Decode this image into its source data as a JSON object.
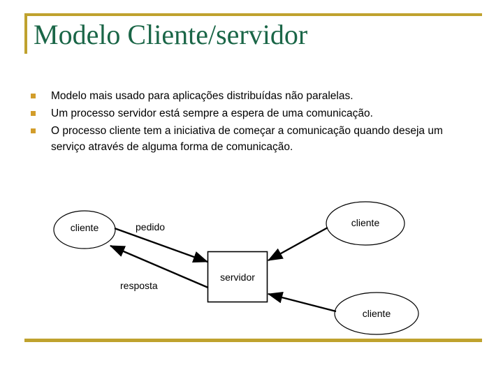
{
  "slide": {
    "title": "Modelo Cliente/servidor",
    "accent_gold": "#bfa22e",
    "bullet_gold": "#d29d2b",
    "title_green": "#1a6647",
    "bullets": [
      "Modelo mais usado para aplicações distribuídas não paralelas.",
      "Um processo servidor está sempre a espera de uma comunicação.",
      "O processo cliente tem a iniciativa de começar a comunicação quando deseja um serviço através de alguma forma de comunicação."
    ]
  },
  "diagram": {
    "nodes": [
      {
        "id": "cliente-left",
        "label": "cliente",
        "shape": "ellipse"
      },
      {
        "id": "servidor",
        "label": "servidor",
        "shape": "rectangle"
      },
      {
        "id": "cliente-right-top",
        "label": "cliente",
        "shape": "ellipse"
      },
      {
        "id": "cliente-right-bottom",
        "label": "cliente",
        "shape": "ellipse"
      }
    ],
    "edges": [
      {
        "id": "pedido",
        "label": "pedido",
        "from": "cliente-left",
        "to": "servidor"
      },
      {
        "id": "resposta",
        "label": "resposta",
        "from": "servidor",
        "to": "cliente-left"
      },
      {
        "id": "req-top",
        "label": "",
        "from": "cliente-right-top",
        "to": "servidor"
      },
      {
        "id": "req-bottom",
        "label": "",
        "from": "cliente-right-bottom",
        "to": "servidor"
      }
    ]
  }
}
